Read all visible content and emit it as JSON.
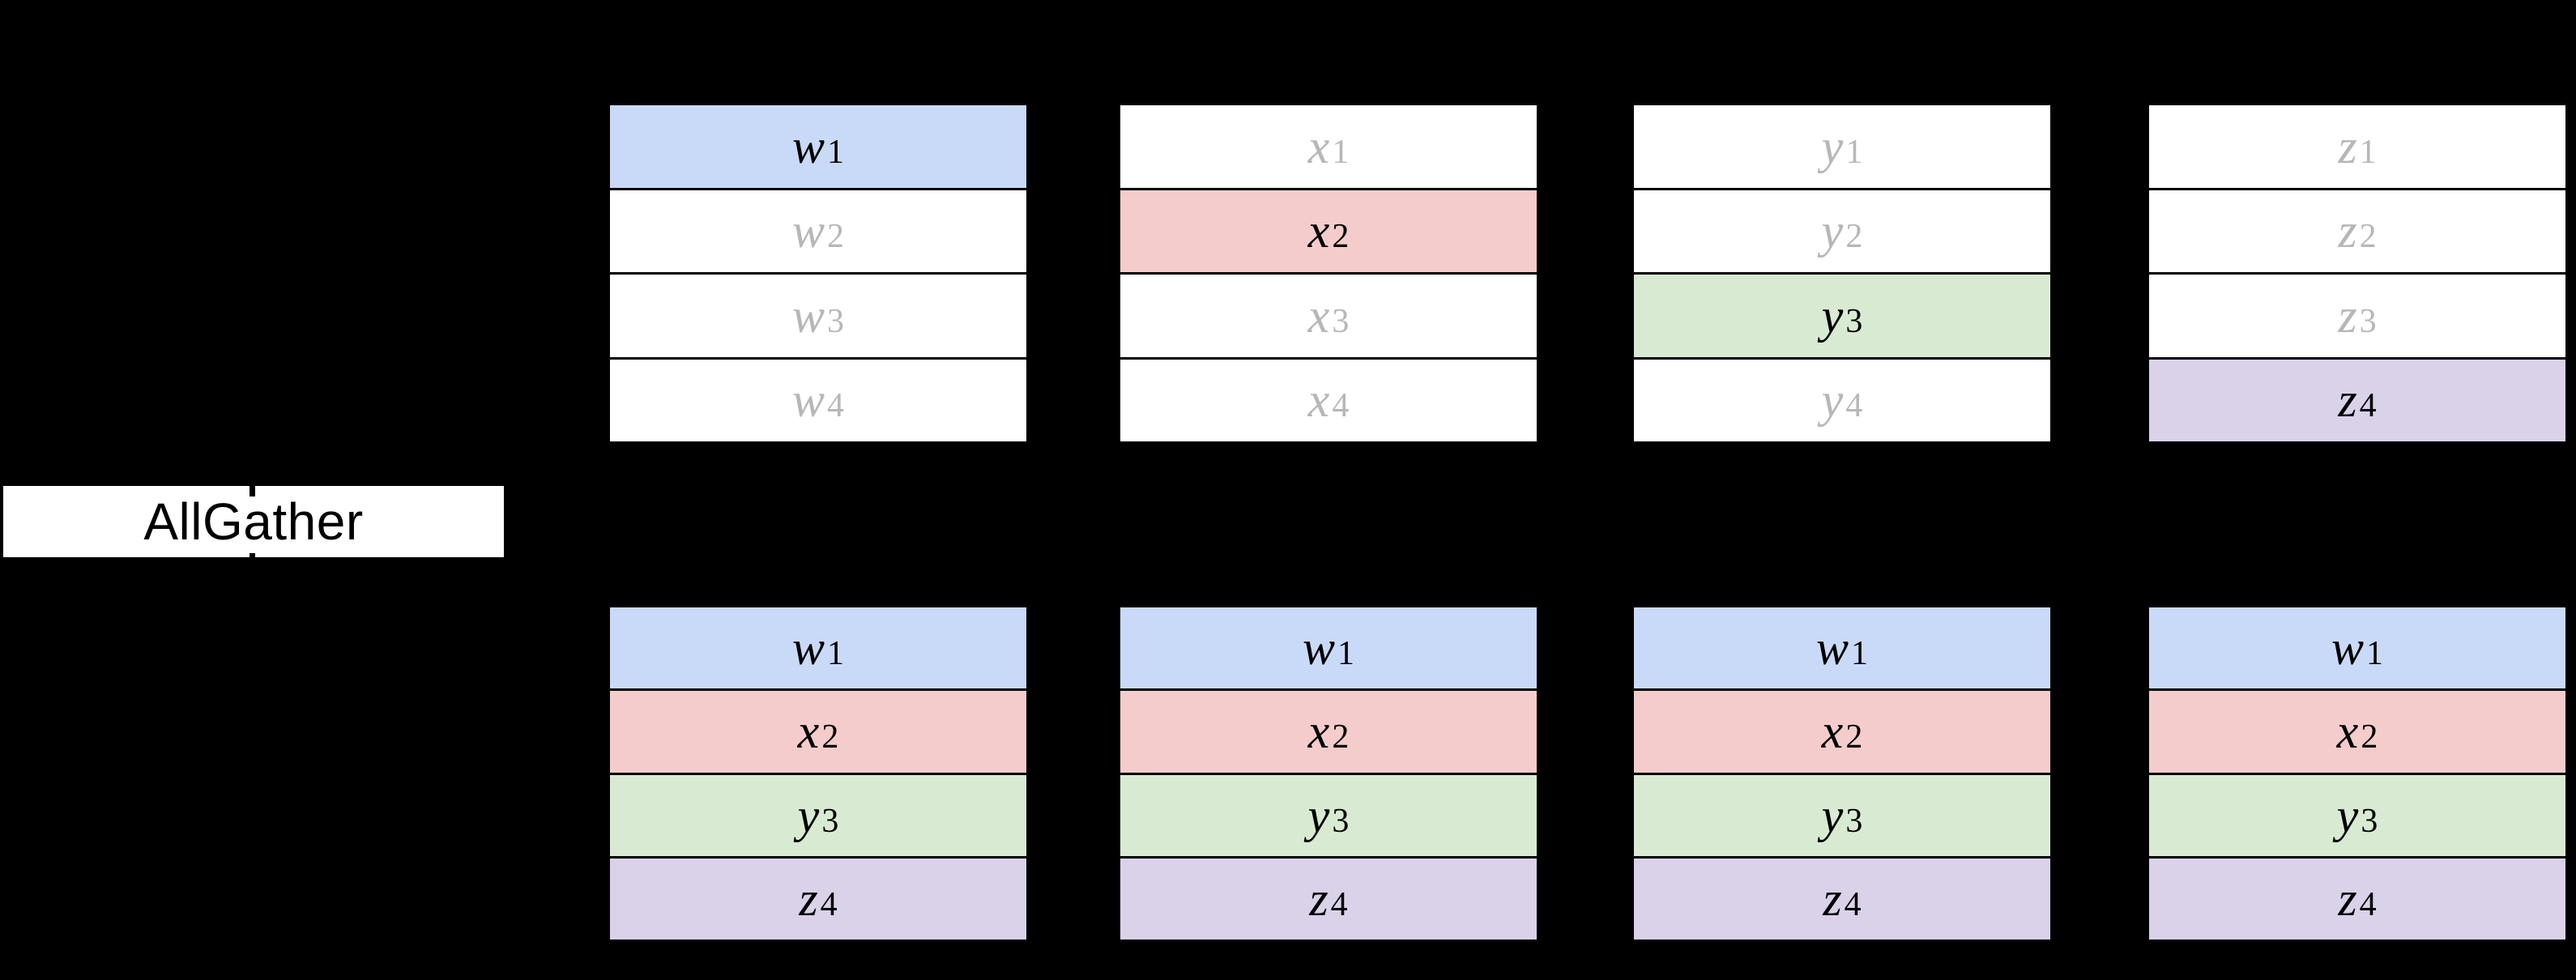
{
  "operation": {
    "label": "AllGather"
  },
  "colors": {
    "background": "#000000",
    "cell_background": "#ffffff",
    "cell_border": "#000000",
    "muted_text": "#b7b7b7",
    "highlight_text": "#000000",
    "blue": "#c9daf8",
    "pink": "#f4cccc",
    "green": "#d9ead3",
    "purple": "#d9d2e9",
    "label_box_background": "#ffffff",
    "label_text": "#000000"
  },
  "before": {
    "devices": [
      {
        "cells": [
          {
            "var": "w",
            "sub": "1",
            "highlight": "blue"
          },
          {
            "var": "w",
            "sub": "2",
            "highlight": "none"
          },
          {
            "var": "w",
            "sub": "3",
            "highlight": "none"
          },
          {
            "var": "w",
            "sub": "4",
            "highlight": "none"
          }
        ]
      },
      {
        "cells": [
          {
            "var": "x",
            "sub": "1",
            "highlight": "none"
          },
          {
            "var": "x",
            "sub": "2",
            "highlight": "pink"
          },
          {
            "var": "x",
            "sub": "3",
            "highlight": "none"
          },
          {
            "var": "x",
            "sub": "4",
            "highlight": "none"
          }
        ]
      },
      {
        "cells": [
          {
            "var": "y",
            "sub": "1",
            "highlight": "none"
          },
          {
            "var": "y",
            "sub": "2",
            "highlight": "none"
          },
          {
            "var": "y",
            "sub": "3",
            "highlight": "green"
          },
          {
            "var": "y",
            "sub": "4",
            "highlight": "none"
          }
        ]
      },
      {
        "cells": [
          {
            "var": "z",
            "sub": "1",
            "highlight": "none"
          },
          {
            "var": "z",
            "sub": "2",
            "highlight": "none"
          },
          {
            "var": "z",
            "sub": "3",
            "highlight": "none"
          },
          {
            "var": "z",
            "sub": "4",
            "highlight": "purple"
          }
        ]
      }
    ]
  },
  "after": {
    "devices": [
      {
        "cells": [
          {
            "var": "w",
            "sub": "1",
            "highlight": "blue"
          },
          {
            "var": "x",
            "sub": "2",
            "highlight": "pink"
          },
          {
            "var": "y",
            "sub": "3",
            "highlight": "green"
          },
          {
            "var": "z",
            "sub": "4",
            "highlight": "purple"
          }
        ]
      },
      {
        "cells": [
          {
            "var": "w",
            "sub": "1",
            "highlight": "blue"
          },
          {
            "var": "x",
            "sub": "2",
            "highlight": "pink"
          },
          {
            "var": "y",
            "sub": "3",
            "highlight": "green"
          },
          {
            "var": "z",
            "sub": "4",
            "highlight": "purple"
          }
        ]
      },
      {
        "cells": [
          {
            "var": "w",
            "sub": "1",
            "highlight": "blue"
          },
          {
            "var": "x",
            "sub": "2",
            "highlight": "pink"
          },
          {
            "var": "y",
            "sub": "3",
            "highlight": "green"
          },
          {
            "var": "z",
            "sub": "4",
            "highlight": "purple"
          }
        ]
      },
      {
        "cells": [
          {
            "var": "w",
            "sub": "1",
            "highlight": "blue"
          },
          {
            "var": "x",
            "sub": "2",
            "highlight": "pink"
          },
          {
            "var": "y",
            "sub": "3",
            "highlight": "green"
          },
          {
            "var": "z",
            "sub": "4",
            "highlight": "purple"
          }
        ]
      }
    ]
  }
}
